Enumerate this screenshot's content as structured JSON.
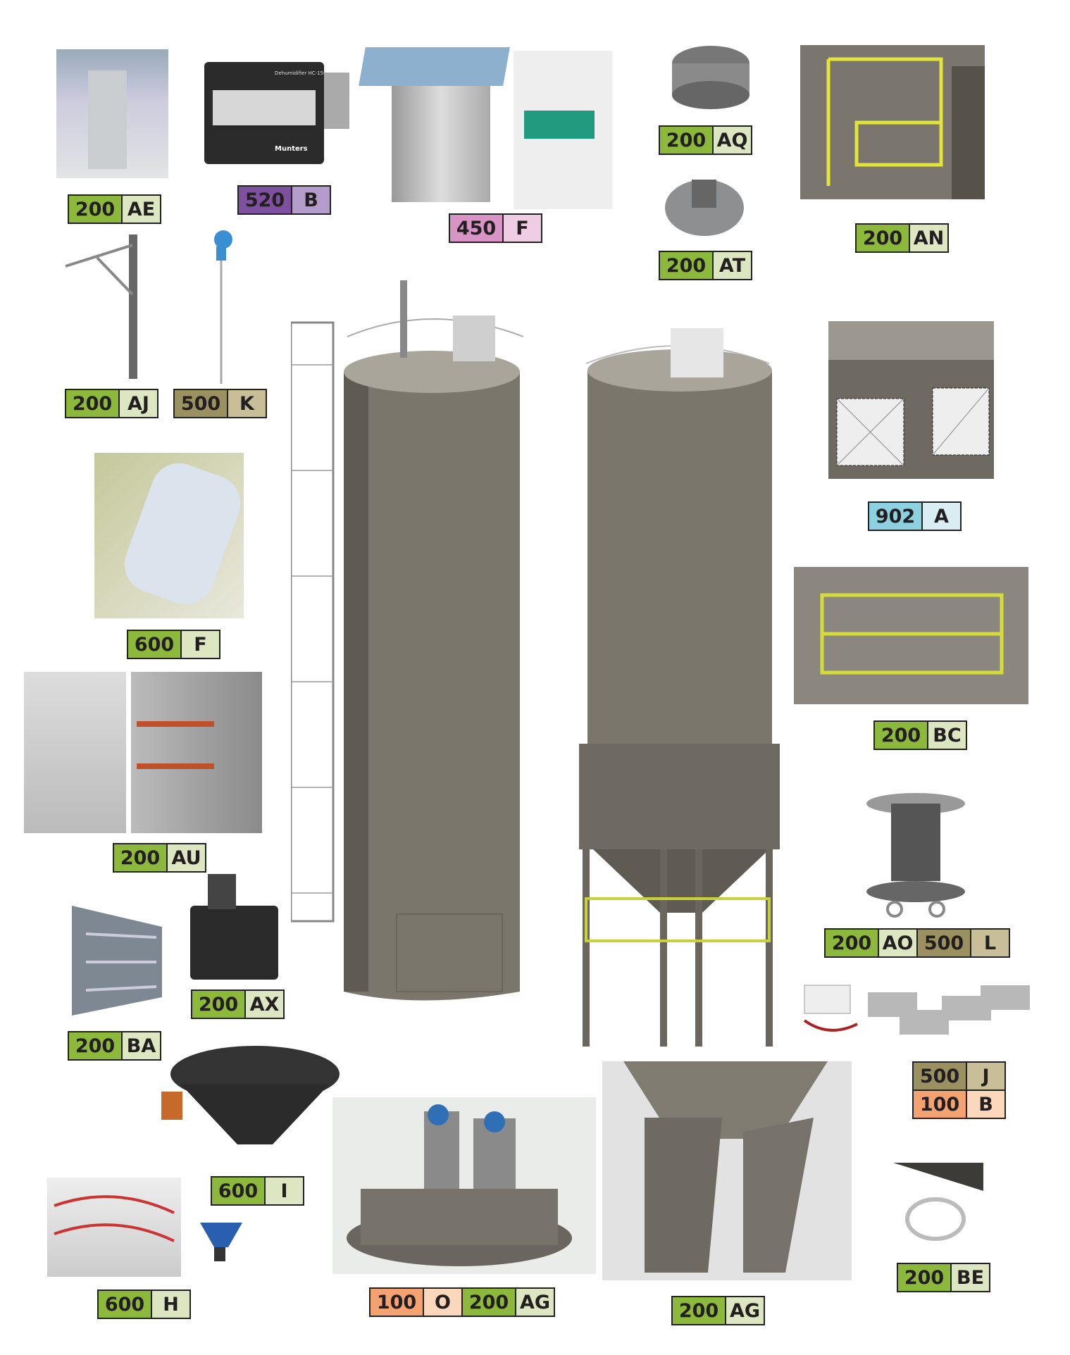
{
  "colors": {
    "green": [
      "#8cb83b",
      "#dce7c2"
    ],
    "purple": [
      "#7e51a0",
      "#b39bcb"
    ],
    "pink": [
      "#d894c4",
      "#efcde5"
    ],
    "olive": [
      "#9b9060",
      "#c8bf99"
    ],
    "orange": [
      "#f4a272",
      "#fcd7bb"
    ],
    "blue": [
      "#8dd0e0",
      "#d9edf3"
    ]
  },
  "tags": {
    "ae": {
      "code": "200",
      "letter": "AE"
    },
    "b520": {
      "code": "520",
      "letter": "B"
    },
    "f450": {
      "code": "450",
      "letter": "F"
    },
    "aq": {
      "code": "200",
      "letter": "AQ"
    },
    "at": {
      "code": "200",
      "letter": "AT"
    },
    "an": {
      "code": "200",
      "letter": "AN"
    },
    "aj": {
      "code": "200",
      "letter": "AJ"
    },
    "k": {
      "code": "500",
      "letter": "K"
    },
    "a902": {
      "code": "902",
      "letter": "A"
    },
    "f600": {
      "code": "600",
      "letter": "F"
    },
    "bc": {
      "code": "200",
      "letter": "BC"
    },
    "au": {
      "code": "200",
      "letter": "AU"
    },
    "ao": {
      "code": "200",
      "letter": "AO",
      "code2": "500",
      "letter2": "L"
    },
    "ax": {
      "code": "200",
      "letter": "AX"
    },
    "ba": {
      "code": "200",
      "letter": "BA"
    },
    "jb": {
      "code": "500",
      "letter": "J",
      "code2": "100",
      "letter2": "B"
    },
    "i": {
      "code": "600",
      "letter": "I"
    },
    "be": {
      "code": "200",
      "letter": "BE"
    },
    "h": {
      "code": "600",
      "letter": "H"
    },
    "oag": {
      "code": "100",
      "letter": "O",
      "code2": "200",
      "letter2": "AG"
    },
    "ag": {
      "code": "200",
      "letter": "AG"
    }
  },
  "device_text": {
    "dehumidifier_model": "Dehumidifier HC-150",
    "dehumidifier_brand": "Munters"
  }
}
